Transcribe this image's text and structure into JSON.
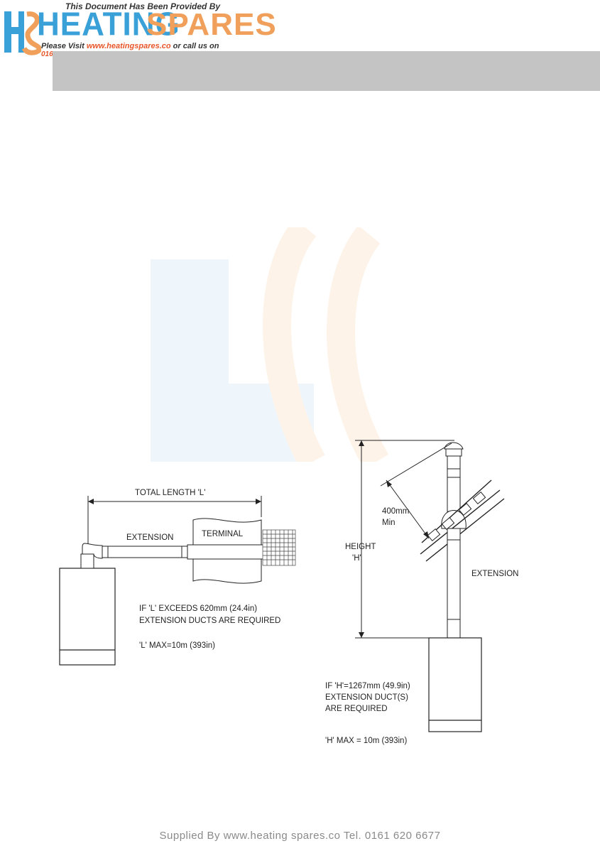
{
  "logo": {
    "tagline": "This Document Has Been Provided By",
    "brand_word1": "HEATING",
    "brand_word2": "SPARES",
    "visit_prefix": "Please Visit",
    "visit_url": "www.heatingspares.co",
    "visit_suffix": "or call us on",
    "phone_partial": "016"
  },
  "horizontal_flue": {
    "total_length_label": "TOTAL LENGTH 'L'",
    "extension_label": "EXTENSION",
    "terminal_label": "TERMINAL",
    "note_line1": "IF 'L' EXCEEDS 620mm (24.4in)",
    "note_line2": "EXTENSION DUCTS ARE REQUIRED",
    "max_note": "'L' MAX=10m (393in)"
  },
  "vertical_flue": {
    "clearance_line1": "400mm",
    "clearance_line2": "Min",
    "height_line1": "HEIGHT",
    "height_line2": "'H'",
    "extension_label": "EXTENSION",
    "note_line1": "IF 'H'=1267mm (49.9in)",
    "note_line2": "EXTENSION DUCT(S)",
    "note_line3": "ARE REQUIRED",
    "max_note": "'H' MAX = 10m (393in)"
  },
  "footer": {
    "text": "Supplied By www.heating spares.co  Tel. 0161 620 6677"
  },
  "colors": {
    "header_band": "#c4c4c4",
    "brand_blue": "#3aa0d8",
    "brand_orange": "#f0a05a",
    "url_red": "#e8562a"
  }
}
